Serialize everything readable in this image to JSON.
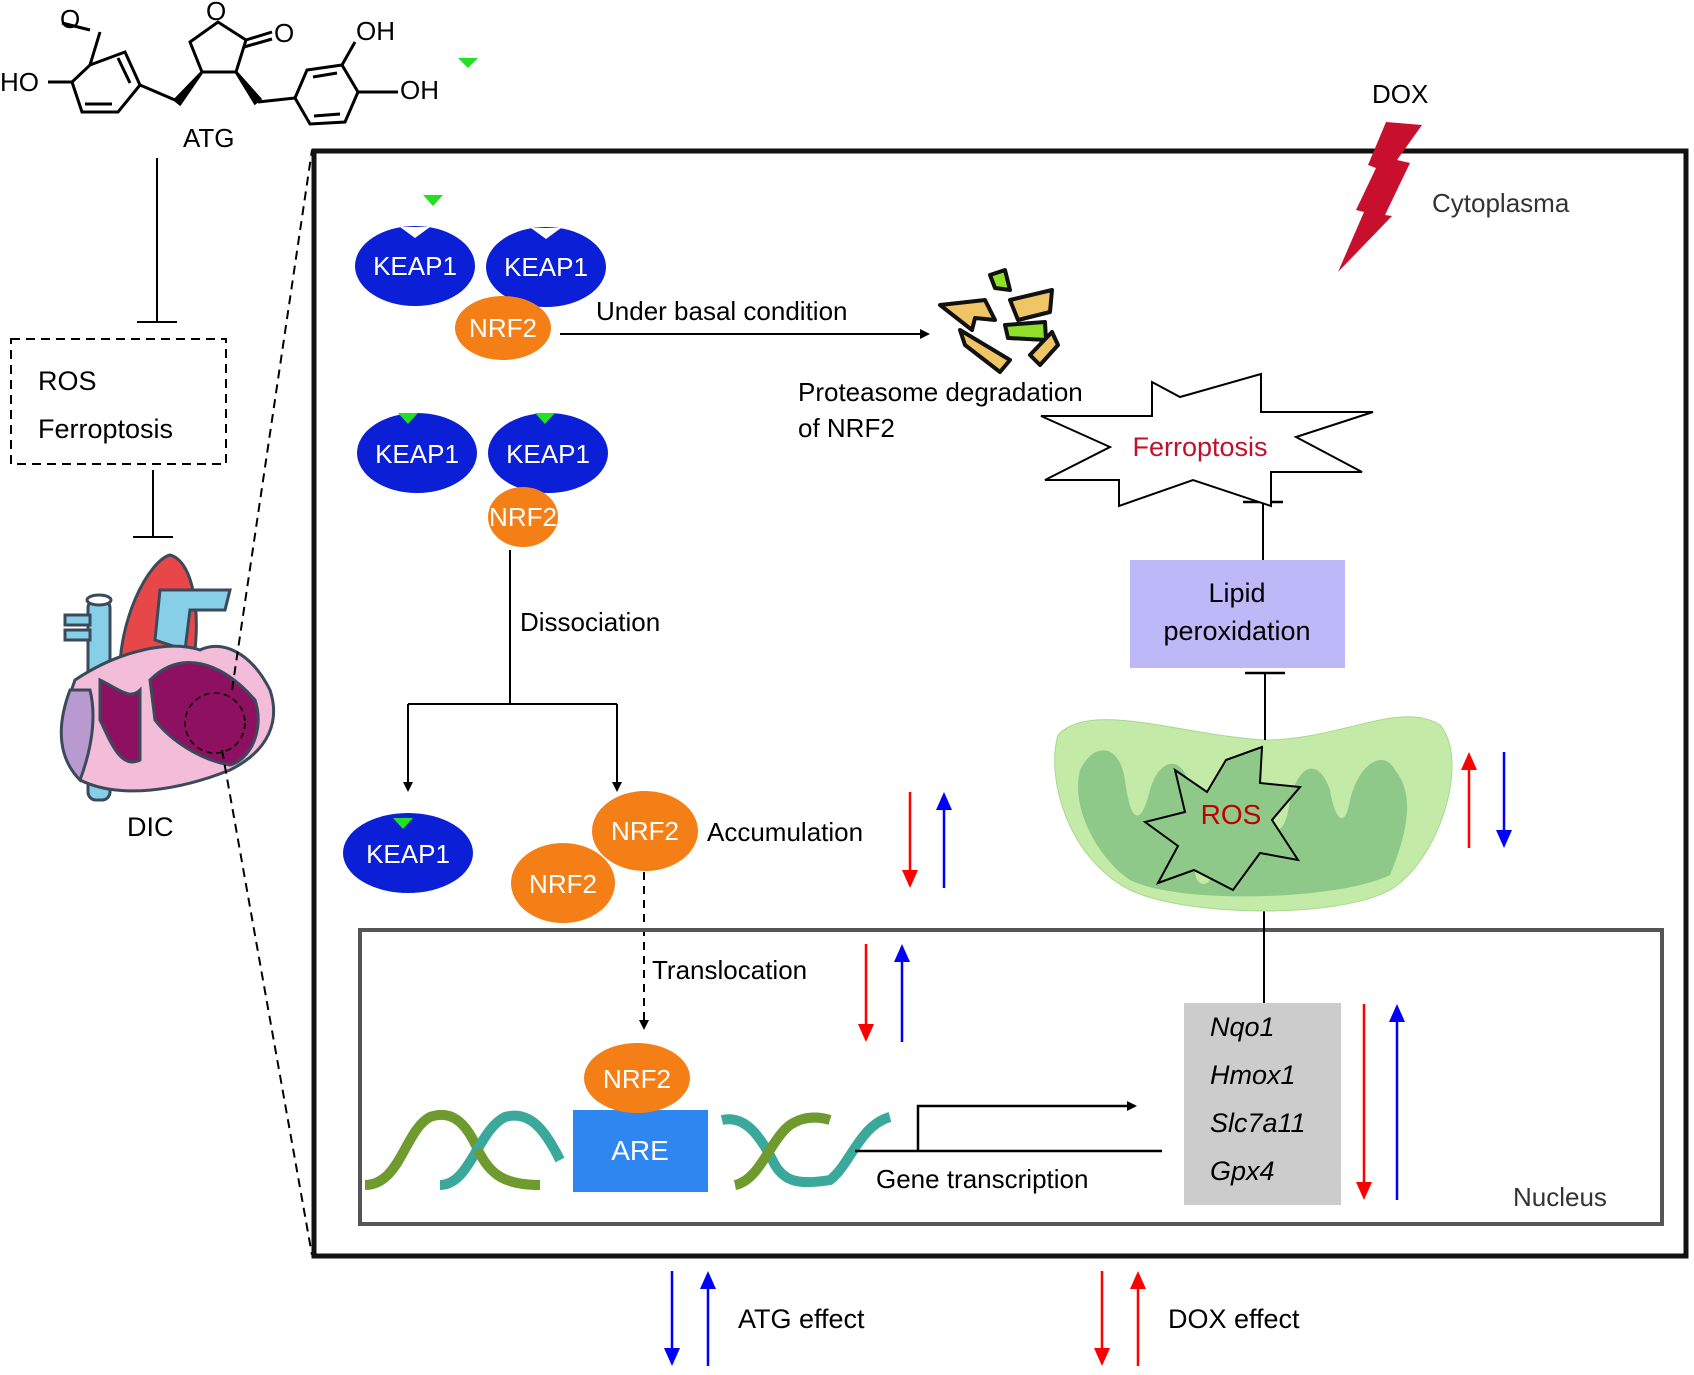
{
  "compound": {
    "name": "ATG",
    "substituents": {
      "methoxy": "O",
      "hydroxyl_left": "HO",
      "hydroxyl_right_top": "OH",
      "hydroxyl_right_bottom": "OH",
      "lactone_ring_o": "O",
      "carbonyl_o": "O"
    }
  },
  "left_panel": {
    "inhibited_box": [
      "ROS",
      "Ferroptosis"
    ],
    "disease_label": "DIC"
  },
  "stimulus": {
    "label": "DOX",
    "color": "#c8102e"
  },
  "compartments": {
    "cytoplasm": "Cytoplasma",
    "nucleus": "Nucleus"
  },
  "proteins": {
    "keap1": "KEAP1",
    "nrf2": "NRF2",
    "are": "ARE",
    "keap1_color": "#0a1fd6",
    "nrf2_color": "#f57f17",
    "are_color": "#2e86f0",
    "ligand_color": "#22e022"
  },
  "labels": {
    "basal": "Under basal condition",
    "degradation": [
      "Proteasome degradation",
      "of NRF2"
    ],
    "dissociation": "Dissociation",
    "accumulation": "Accumulation",
    "translocation": "Translocation",
    "gene_transcription": "Gene transcription",
    "ferroptosis": "Ferroptosis",
    "lipid_peroxidation": [
      "Lipid",
      "peroxidation"
    ],
    "ros": "ROS"
  },
  "genes": [
    "Nqo1",
    "Hmox1",
    "Slc7a11",
    "Gpx4"
  ],
  "effects": {
    "accumulation": {
      "DOX": "down",
      "ATG": "up"
    },
    "translocation": {
      "DOX": "down",
      "ATG": "up"
    },
    "ros": {
      "DOX": "up",
      "ATG": "down"
    },
    "genes": {
      "DOX": "down",
      "ATG": "up"
    }
  },
  "legend": [
    {
      "label": "ATG effect",
      "color": "#0000ff"
    },
    {
      "label": "DOX effect",
      "color": "#ff0000"
    }
  ],
  "colors": {
    "atg": "#0000ff",
    "dox": "#ff0000",
    "ferroptosis_text": "#c0102a",
    "ros_text": "#c00000",
    "lipid_box": "#bdb8f8",
    "gene_box": "#cccccc",
    "mito_outer": "#c4eaa8",
    "mito_inner": "#8fc98a"
  }
}
